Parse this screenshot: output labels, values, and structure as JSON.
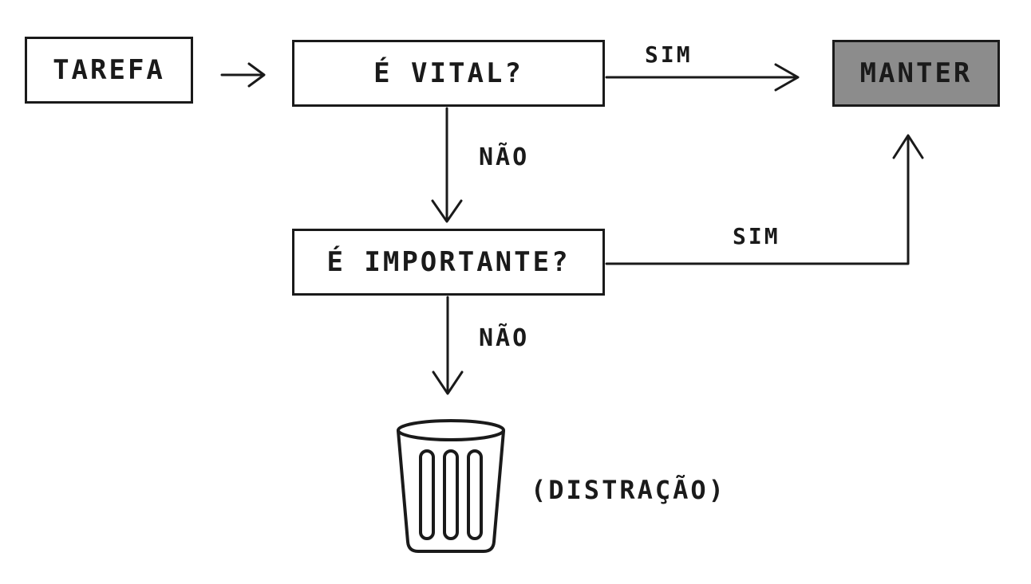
{
  "nodes": {
    "tarefa": {
      "label": "TAREFA"
    },
    "vital": {
      "label": "É VITAL?"
    },
    "importante": {
      "label": "É IMPORTANTE?"
    },
    "manter": {
      "label": "MANTER"
    },
    "distracao": {
      "label": "(DISTRAÇÃO)",
      "icon": "trash-can-icon"
    }
  },
  "edges": {
    "vital_yes": {
      "label": "SIM"
    },
    "importante_yes": {
      "label": "SIM"
    },
    "vital_no": {
      "label": "NÃO"
    },
    "importante_no": {
      "label": "NÃO"
    }
  },
  "colors": {
    "ink": "#1a1a1a",
    "manter_fill": "#8c8c8c",
    "background": "#ffffff"
  }
}
